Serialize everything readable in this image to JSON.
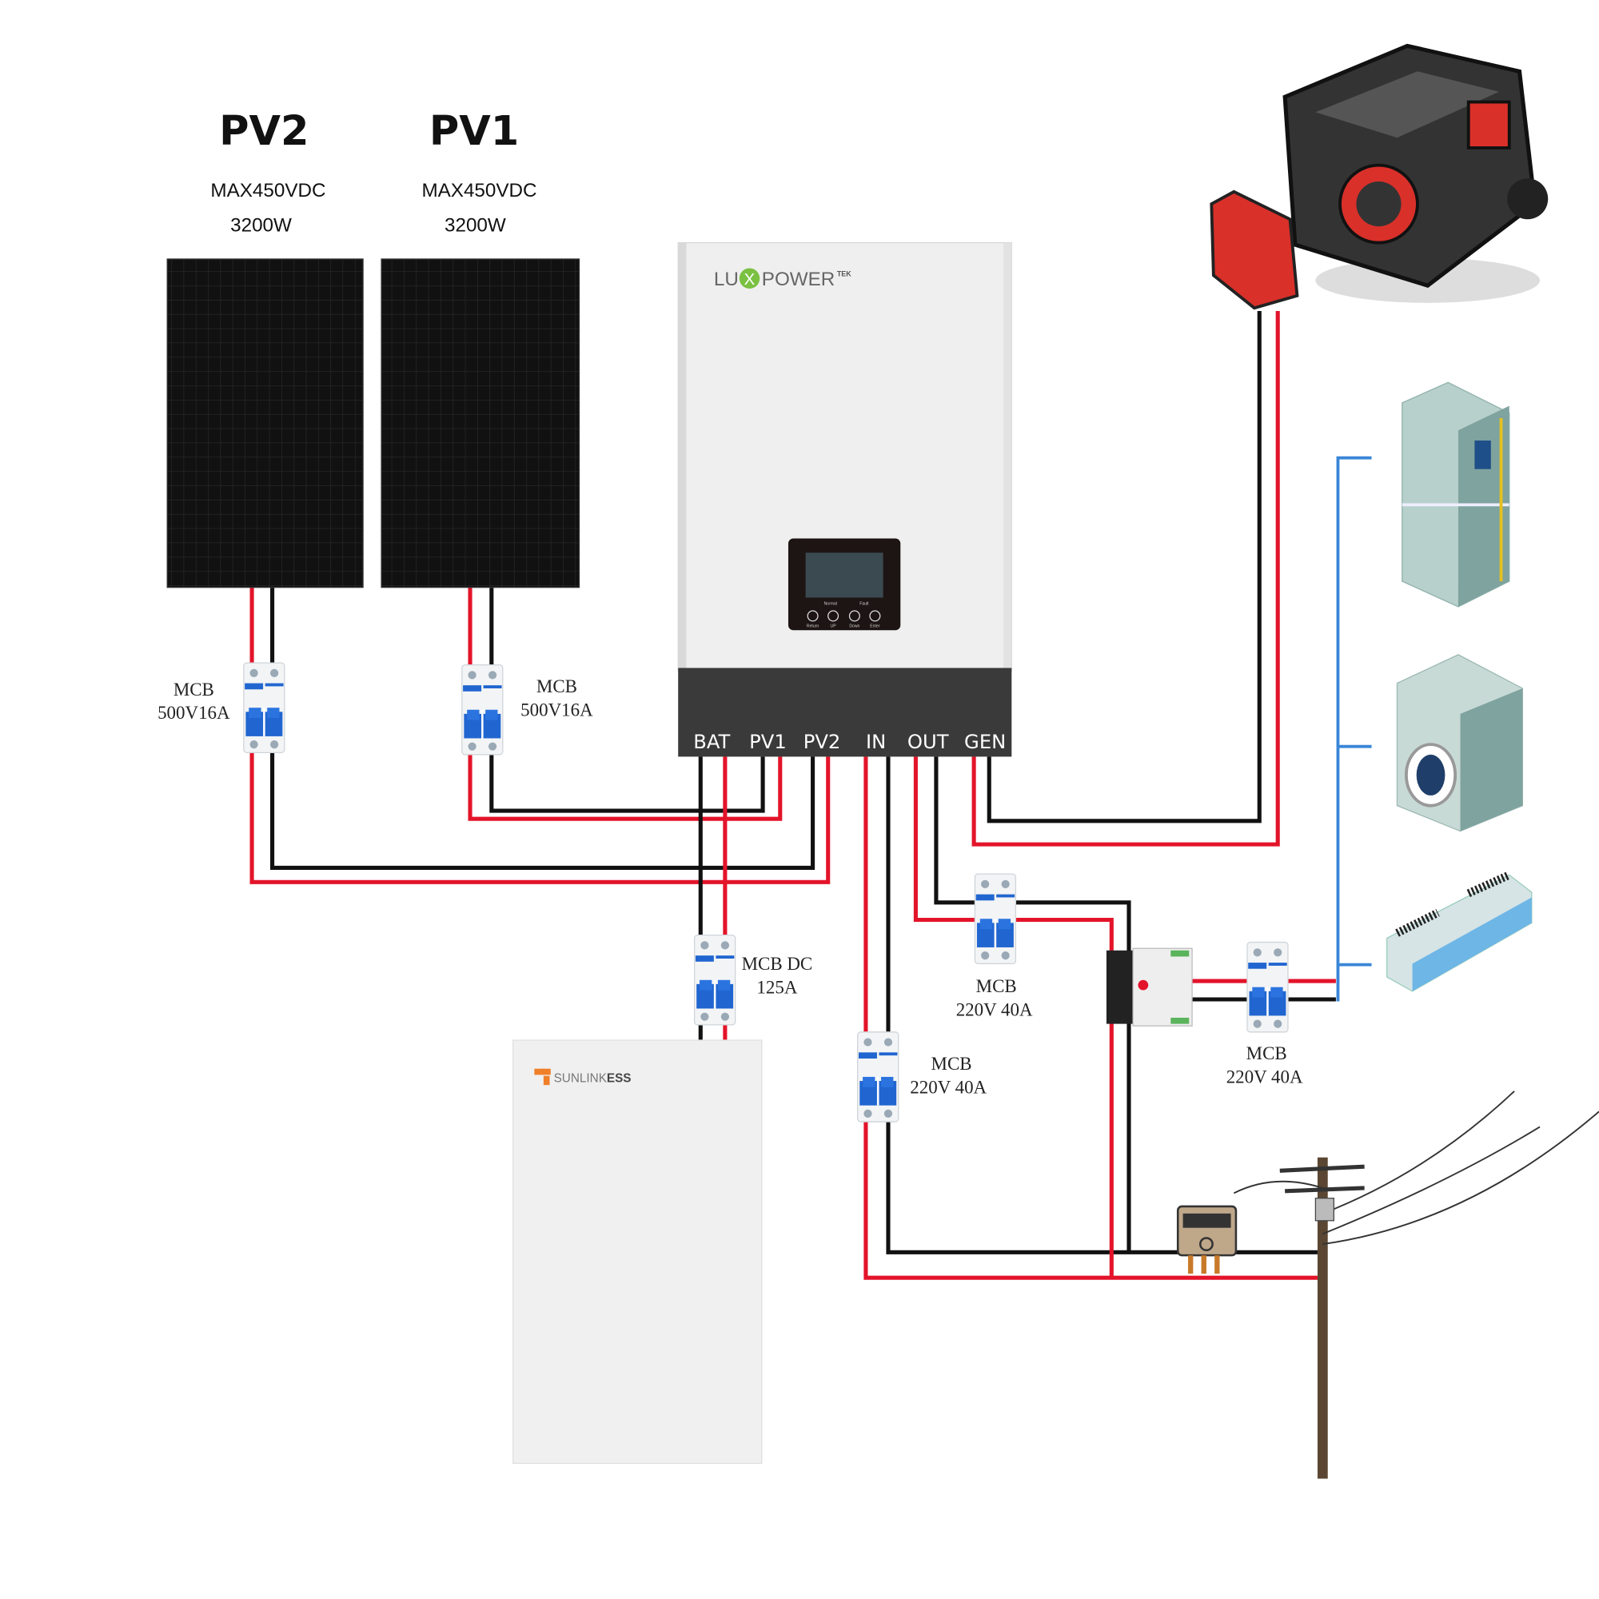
{
  "panels": [
    {
      "title": "PV2",
      "voltage": "MAX450VDC",
      "power": "3200W"
    },
    {
      "title": "PV1",
      "voltage": "MAX450VDC",
      "power": "3200W"
    }
  ],
  "inverter": {
    "brand": "LUXPOWER TEK",
    "brand_left": "LU",
    "brand_x": "X",
    "brand_right": "POWER",
    "brand_sup": "TEK",
    "ports": [
      "BAT",
      "PV1",
      "PV2",
      "IN",
      "OUT",
      "GEN"
    ],
    "display": {
      "indicators": [
        "Normal",
        "Fault"
      ],
      "buttons": [
        "Return",
        "UP",
        "Down",
        "Enter"
      ]
    }
  },
  "battery": {
    "brand": "SUNLINKESS",
    "brand_light": "SUNLINK",
    "brand_bold": "ESS"
  },
  "breakers": [
    {
      "id": "pv2",
      "line1": "MCB",
      "line2": "500V16A"
    },
    {
      "id": "pv1",
      "line1": "MCB",
      "line2": "500V16A"
    },
    {
      "id": "bat",
      "line1": "MCB  DC",
      "line2": "125A"
    },
    {
      "id": "out",
      "line1": "MCB",
      "line2": "220V  40A"
    },
    {
      "id": "in",
      "line1": "MCB",
      "line2": "220V  40A"
    },
    {
      "id": "load",
      "line1": "MCB",
      "line2": "220V  40A"
    }
  ],
  "colors": {
    "positive": "#e3142a",
    "negative": "#111111",
    "load_feed": "#3a86d8",
    "luxpower_green": "#7ac142",
    "sunlink_orange": "#f07f2a"
  },
  "devices": [
    "generator",
    "fuel-can",
    "refrigerator",
    "washing-machine",
    "air-conditioner",
    "ats-switch",
    "electric-meter",
    "utility-pole"
  ]
}
